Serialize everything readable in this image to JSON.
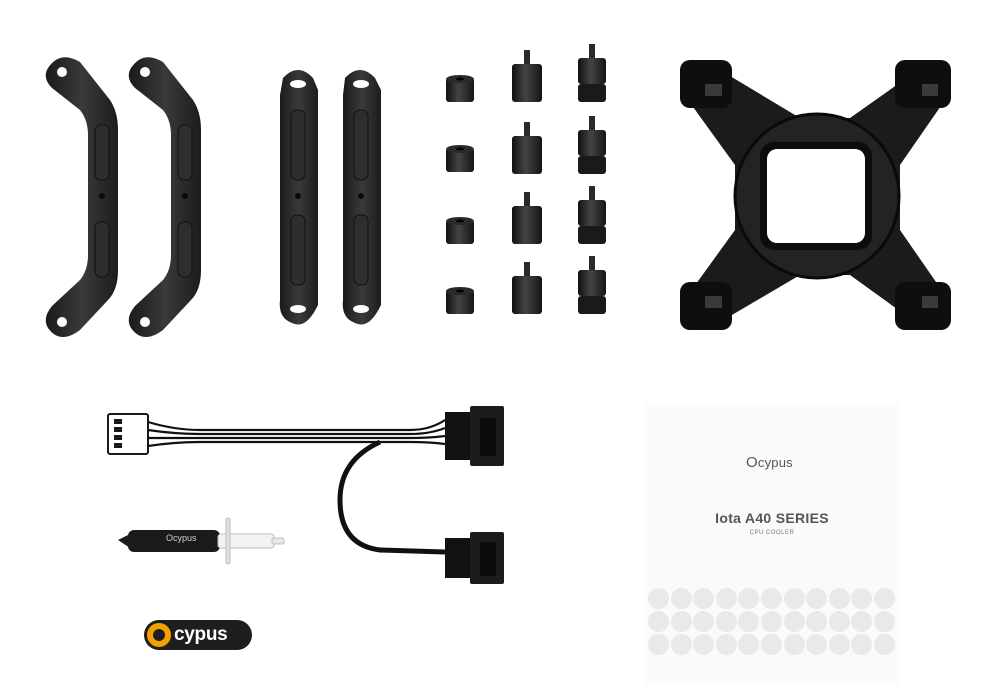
{
  "brand": {
    "logo_rest": "cypus",
    "manual_brand_rest": "cypus",
    "syringe_label": "Ocypus",
    "accent_color": "#f4a000"
  },
  "manual": {
    "title": "Iota A40 SERIES",
    "subtitle": "CPU COOLER",
    "sticker_count": 33
  }
}
